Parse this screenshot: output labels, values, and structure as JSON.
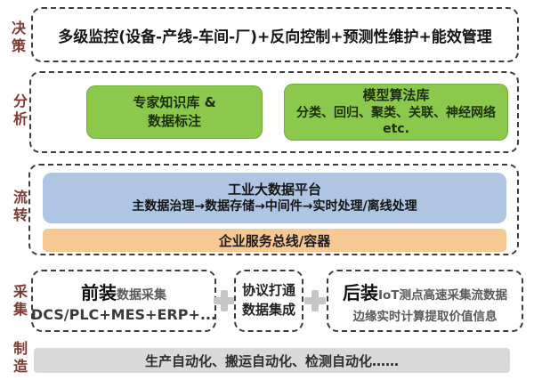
{
  "colors": {
    "green": "#8cc84b",
    "blue": "#aec6e4",
    "orange": "#f6c893",
    "gray": "#d9d9d9",
    "label": "#7b3a33"
  },
  "icons": {
    "plus": "+"
  },
  "layers": {
    "decision": {
      "label": "决策",
      "text": "多级监控(设备-产线-车间-厂)+反向控制+预测性维护+能效管理"
    },
    "analysis": {
      "label": "分析",
      "knowledge": {
        "line1": "专家知识库 &",
        "line2": "数据标注"
      },
      "models": {
        "title": "模型算法库",
        "body": "分类、回归、聚类、关联、神经网络 etc."
      }
    },
    "flow": {
      "label": "流转",
      "platform": {
        "title": "工业大数据平台",
        "body": "主数据治理→数据存储→中间件→实时处理/离线处理"
      },
      "bus": "企业服务总线/容器"
    },
    "collection": {
      "label": "采集",
      "front": {
        "emph": "前装",
        "suffix": "数据采集",
        "line2": "DCS/PLC+MES+ERP+..."
      },
      "protocol": {
        "line1": "协议打通",
        "line2": "数据集成"
      },
      "rear": {
        "emph": "后装",
        "suffix": "IoT测点高速采集流数据",
        "line2": "边缘实时计算提取价值信息"
      }
    },
    "manufacturing": {
      "label": "制造",
      "text": "生产自动化、搬运自动化、检测自动化……"
    }
  }
}
